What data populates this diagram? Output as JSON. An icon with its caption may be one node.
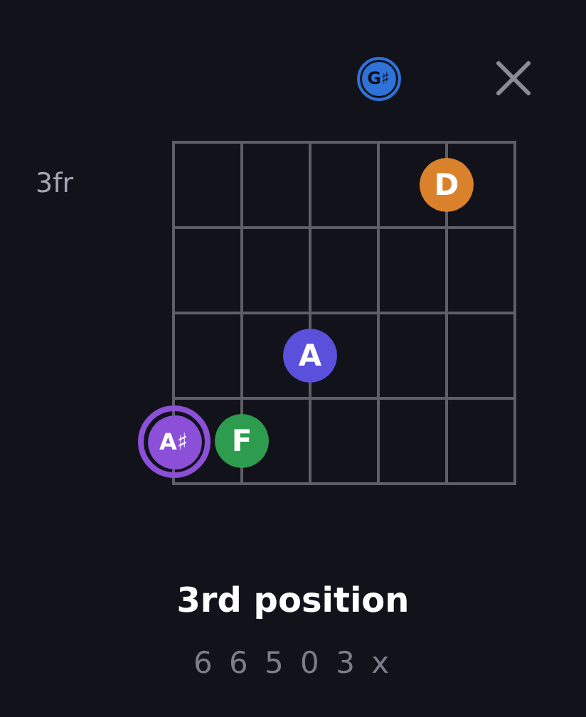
{
  "diagram": {
    "title": "3rd position",
    "nodes": [
      {
        "text": [
          "G♯"
        ]
      },
      {
        "text": [
          "D"
        ]
      },
      {
        "text": [
          "A"
        ]
      },
      {
        "text": [
          "A♯"
        ]
      },
      {
        "text": [
          "F"
        ]
      }
    ],
    "labels": [
      "3fr",
      "6 6 5 0 3 x"
    ]
  }
}
